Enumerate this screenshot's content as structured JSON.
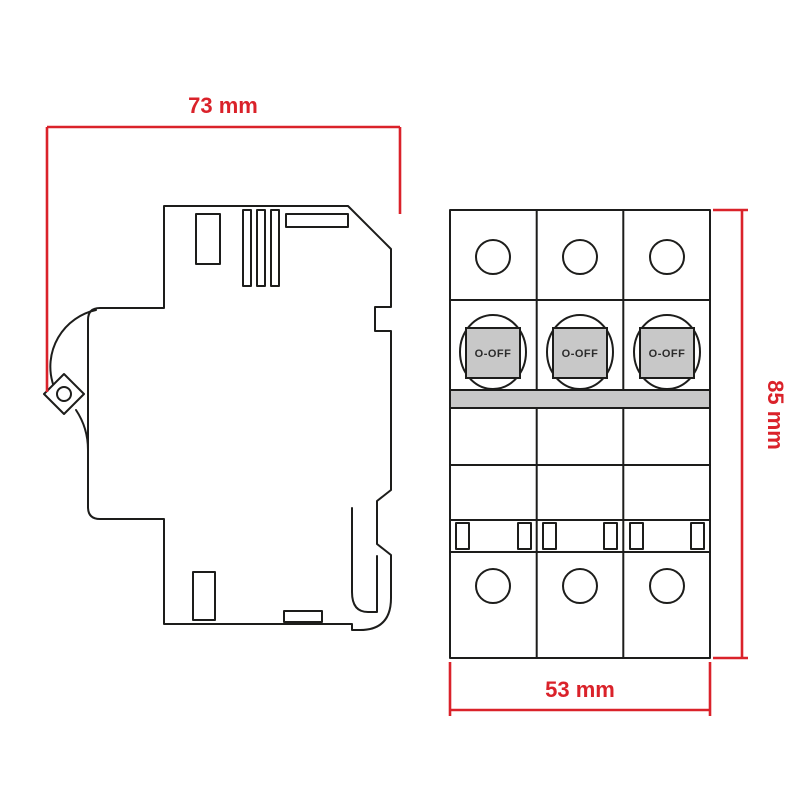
{
  "diagram": {
    "type": "technical-dimension-drawing",
    "subject": "3-pole modular circuit breaker",
    "views": {
      "side_view": {
        "name": "side profile with DIN-rail clip and toggle lever"
      },
      "front_view": {
        "pole_count": 3,
        "poles": [
          {
            "toggle_label": "O-OFF"
          },
          {
            "toggle_label": "O-OFF"
          },
          {
            "toggle_label": "O-OFF"
          }
        ]
      }
    },
    "dimensions": {
      "top": "73 mm",
      "right": "85 mm",
      "bottom": "53 mm"
    }
  },
  "colors": {
    "dimension": "#da222a",
    "outline": "#1d1d1b",
    "panelgray": "#c8c8c8",
    "label": "#2b2b2b",
    "background": "#ffffff"
  }
}
